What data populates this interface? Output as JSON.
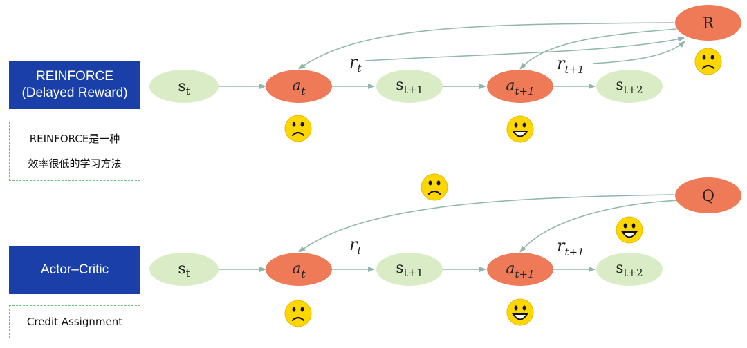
{
  "panels": {
    "top": {
      "label_line1": "REINFORCE",
      "label_line2": "(Delayed Reward)",
      "note_line1": "REINFORCE是一种",
      "note_line2": "效率很低的学习方法",
      "return_node": "R"
    },
    "bottom": {
      "label": "Actor–Critic",
      "note": "Credit Assignment",
      "return_node": "Q"
    }
  },
  "nodes": {
    "s": "s",
    "a": "a",
    "r": "r",
    "sub_t": "t",
    "sub_t1": "t+1",
    "sub_t2": "t+2"
  },
  "faces": {
    "top_a_t": "sad-face-icon",
    "top_a_t1": "happy-face-icon",
    "top_R": "sad-face-icon",
    "middle": "sad-face-icon",
    "bottom_Q": "happy-face-icon",
    "bottom_a_t": "sad-face-icon",
    "bottom_a_t1": "happy-face-icon"
  },
  "colors": {
    "state_fill": "#d9ecc6",
    "action_fill": "#ef7a58",
    "label_fill": "#1a3fa8",
    "arrow": "#8fb5ad",
    "note_border": "#6fba78",
    "face_fill": "#ffd700"
  }
}
